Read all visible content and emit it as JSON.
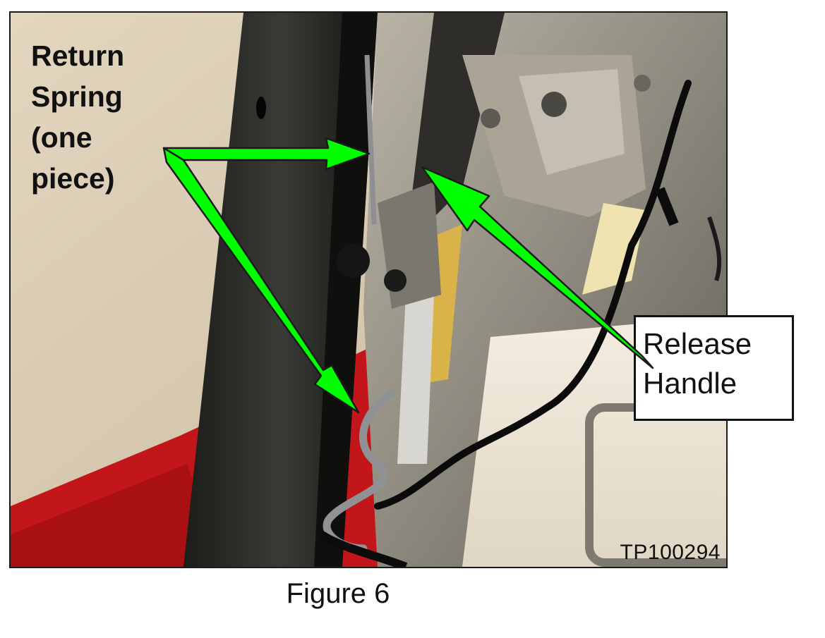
{
  "figure": {
    "caption": "Figure 6",
    "photo_id": "TP100294"
  },
  "callouts": {
    "return_spring": "Return\nSpring\n(one\npiece)",
    "release_handle": "Release\nHandle"
  },
  "colors": {
    "arrow_fill": "#00ff00",
    "arrow_stroke": "#1a1a1a"
  }
}
